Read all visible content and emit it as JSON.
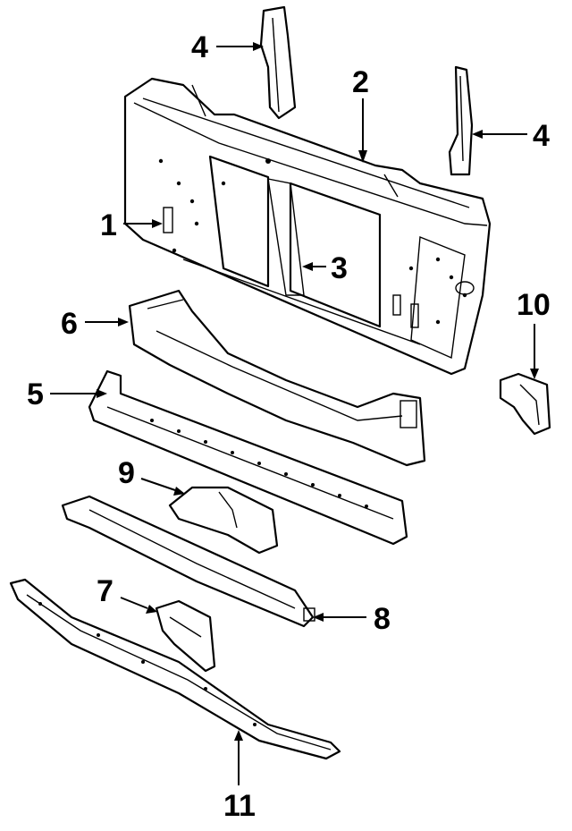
{
  "diagram": {
    "callouts": [
      {
        "id": "c1",
        "label": "1"
      },
      {
        "id": "c2",
        "label": "2"
      },
      {
        "id": "c3",
        "label": "3"
      },
      {
        "id": "c4a",
        "label": "4"
      },
      {
        "id": "c4b",
        "label": "4"
      },
      {
        "id": "c5",
        "label": "5"
      },
      {
        "id": "c6",
        "label": "6"
      },
      {
        "id": "c7",
        "label": "7"
      },
      {
        "id": "c8",
        "label": "8"
      },
      {
        "id": "c9",
        "label": "9"
      },
      {
        "id": "c10",
        "label": "10"
      },
      {
        "id": "c11",
        "label": "11"
      }
    ]
  }
}
